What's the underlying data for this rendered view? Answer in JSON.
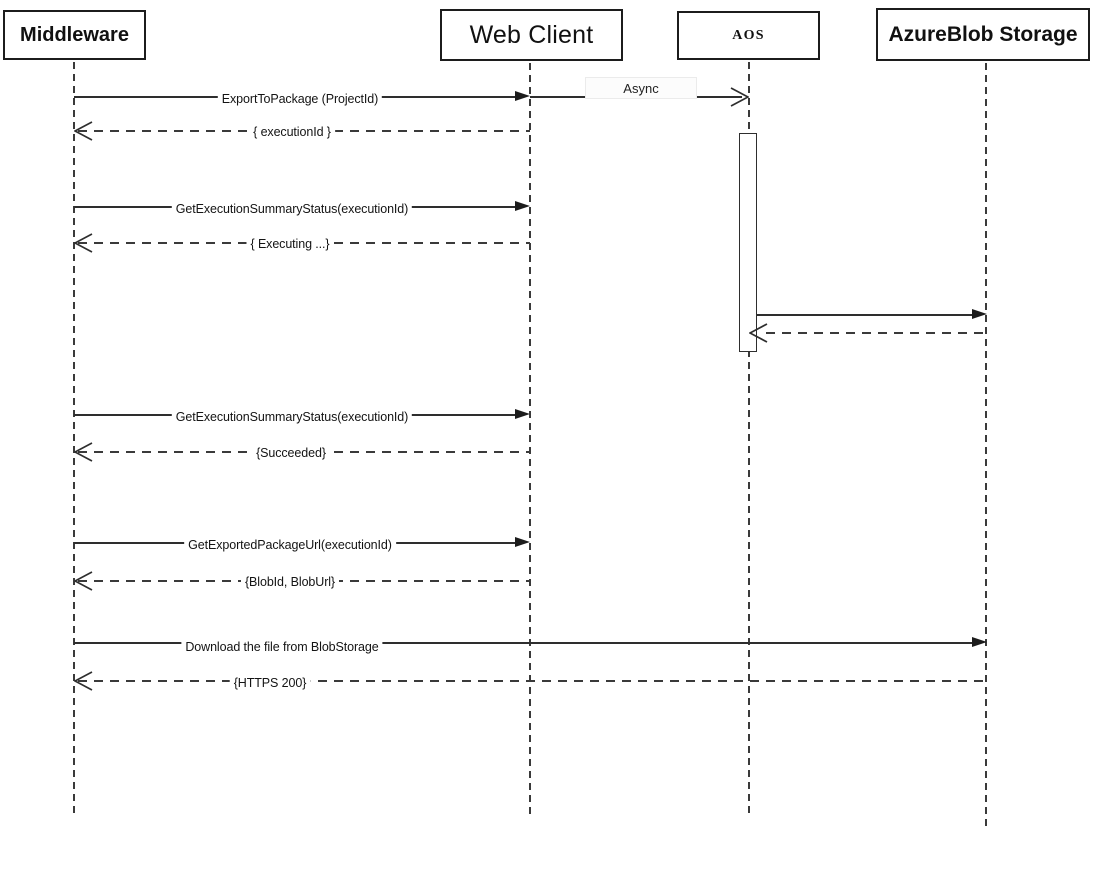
{
  "diagram_type": "uml-sequence",
  "colors": {
    "line": "#2e2e2e",
    "text": "#111111",
    "background": "#ffffff"
  },
  "actors": [
    {
      "name": "Middleware"
    },
    {
      "name": "Web Client"
    },
    {
      "name": "AOS"
    },
    {
      "name": "AzureBlob Storage"
    }
  ],
  "messages": [
    {
      "label": "ExportToPackage (ProjectId)",
      "from": "Middleware",
      "to": "Web Client",
      "line": "solid",
      "arrow": "filled"
    },
    {
      "label": "Async",
      "from": "Web Client",
      "to": "AOS",
      "line": "solid",
      "arrow": "open"
    },
    {
      "label": "{ executionId }",
      "from": "Web Client",
      "to": "Middleware",
      "line": "dashed",
      "arrow": "open"
    },
    {
      "label": "GetExecutionSummaryStatus(executionId)",
      "from": "Middleware",
      "to": "Web Client",
      "line": "solid",
      "arrow": "filled"
    },
    {
      "label": "{ Executing ...}",
      "from": "Web Client",
      "to": "Middleware",
      "line": "dashed",
      "arrow": "open"
    },
    {
      "label": "",
      "from": "AOS",
      "to": "AzureBlob Storage",
      "line": "solid",
      "arrow": "filled"
    },
    {
      "label": "",
      "from": "AzureBlob Storage",
      "to": "AOS",
      "line": "dashed",
      "arrow": "open"
    },
    {
      "label": "GetExecutionSummaryStatus(executionId)",
      "from": "Middleware",
      "to": "Web Client",
      "line": "solid",
      "arrow": "filled"
    },
    {
      "label": "{Succeeded}",
      "from": "Web Client",
      "to": "Middleware",
      "line": "dashed",
      "arrow": "open"
    },
    {
      "label": "GetExportedPackageUrl(executionId)",
      "from": "Middleware",
      "to": "Web Client",
      "line": "solid",
      "arrow": "filled"
    },
    {
      "label": "{BlobId, BlobUrl}",
      "from": "Web Client",
      "to": "Middleware",
      "line": "dashed",
      "arrow": "open"
    },
    {
      "label": "Download the file from BlobStorage",
      "from": "Middleware",
      "to": "AzureBlob Storage",
      "line": "solid",
      "arrow": "filled"
    },
    {
      "label": "{HTTPS 200}",
      "from": "AzureBlob Storage",
      "to": "Middleware",
      "line": "dashed",
      "arrow": "open"
    }
  ]
}
